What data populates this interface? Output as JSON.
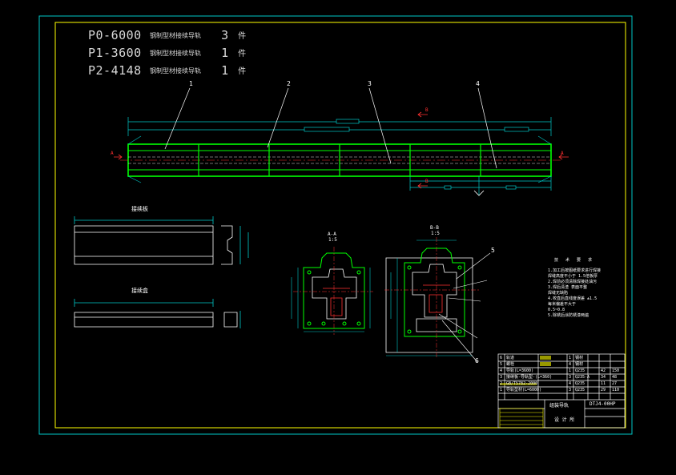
{
  "parts_list": [
    {
      "code": "P0-6000",
      "desc": "钢制型材接续导轨",
      "qty": "3",
      "unit": "件"
    },
    {
      "code": "P1-3600",
      "desc": "钢制型材接续导轨",
      "qty": "1",
      "unit": "件"
    },
    {
      "code": "P2-4148",
      "desc": "钢制型材接续导轨",
      "qty": "1",
      "unit": "件"
    }
  ],
  "callouts": [
    "1",
    "2",
    "3",
    "4",
    "5",
    "6"
  ],
  "section_labels": {
    "a_a": "A-A",
    "a_a_scale": "1:5",
    "b_b": "B-B",
    "b_b_scale": "1:5",
    "end_a_left": "A",
    "end_a_right": "A",
    "end_b_top": "B",
    "end_b_bottom": "B"
  },
  "view_titles": {
    "upper_plate": "接续板",
    "lower_plate": "接续盒"
  },
  "notes": {
    "title": "技 术 要 求",
    "items": [
      "1.加工后按图纸要求进行焊接",
      "  焊缝高度不小于 1.5倍板厚",
      "2.焊前必须清除焊接处油污",
      "3.焊后清渣 表面平整",
      "  焊缝无缺陷",
      "4.校直后直线度误差 ±1.5",
      "  每米偏差不大于",
      "  0.5~0.8",
      "5.除锈后涂防锈漆两遍"
    ]
  },
  "title_block": {
    "drawing_no": "DTJ4-00HP",
    "title": "组装导轨",
    "org": "设 计 所",
    "rows": [
      {
        "n": "6",
        "a": "轨道",
        "c": "1",
        "d": "钢材"
      },
      {
        "n": "5",
        "a": "螺栓",
        "c": "4",
        "d": "钢材"
      },
      {
        "n": "4",
        "a": "导轨(L=3600)",
        "c": "1",
        "d": "Q235",
        "e": "42",
        "f": "150"
      },
      {
        "n": "3",
        "a": "接续板-导轨型-(L=360)",
        "c": "3",
        "d": "Q235-A",
        "e": "34",
        "f": "48"
      },
      {
        "n": "2",
        "a": "GB/T5782-2000",
        "c": "4",
        "d": "Q235",
        "e": "11",
        "f": "27"
      },
      {
        "n": "1",
        "a": "导轨型材(L=6000)",
        "c": "3",
        "d": "Q235",
        "e": "29",
        "f": "110"
      }
    ]
  },
  "colors": {
    "background": "#000000",
    "frame": "#ffffff",
    "inner_frame": "#ffff00",
    "outer_frame": "#00ffff",
    "rail": "#00ff00",
    "dimension": "#00c8c8",
    "text": "#ffffff",
    "cut_marker": "#ff3030"
  }
}
